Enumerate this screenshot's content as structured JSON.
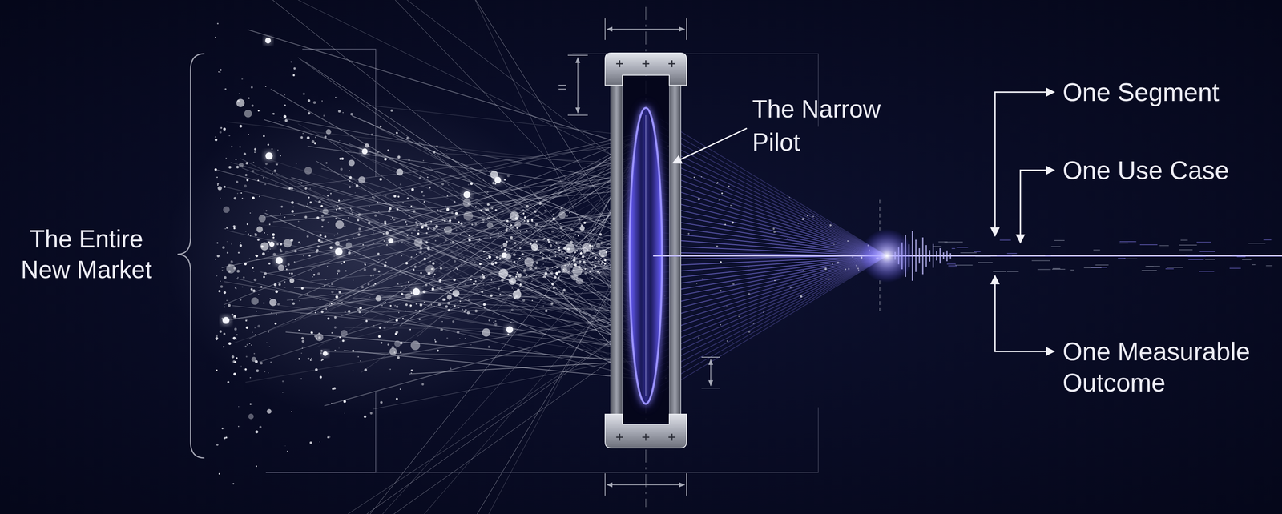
{
  "diagram": {
    "labels": [
      "The Entire New Market",
      "The Narrow Pilot",
      "One Segment",
      "One Use Case",
      "One Measurable Outcome"
    ]
  }
}
